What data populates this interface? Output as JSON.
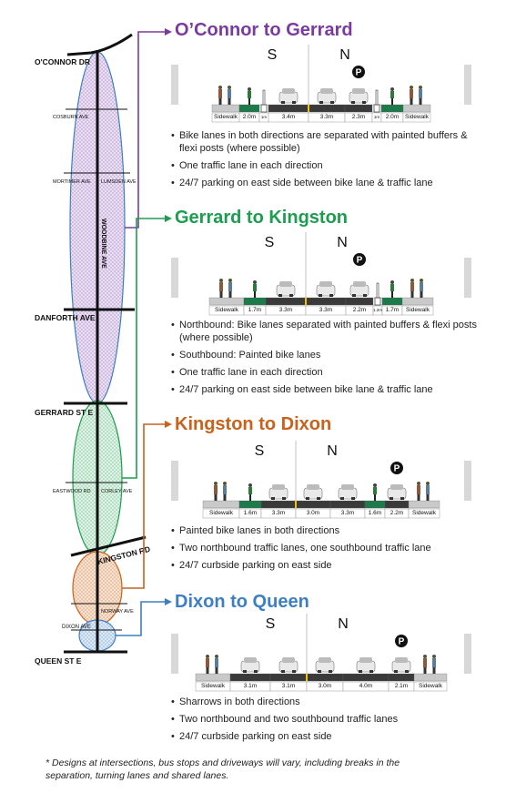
{
  "map": {
    "streets": {
      "oconnor": "O'CONNOR DR",
      "cosburn": "COSBURN AVE",
      "mortimer": "MORTIMER AVE",
      "lumsden": "LUMSDEN AVE",
      "woodbine": "WOODBINE AVE",
      "danforth": "DANFORTH AVE",
      "gerrard": "GERRARD ST E",
      "eastwood": "EASTWOOD RD",
      "corley": "CORLEY AVE",
      "kingston": "KINGSTON RD",
      "norway": "NORWAY AVE",
      "dixon": "DIXON AVE",
      "queen": "QUEEN ST E"
    },
    "colors": {
      "purple": "#7a3aa0",
      "green": "#1d9d4f",
      "orange": "#c8621c",
      "blue": "#3d7fc1"
    }
  },
  "sections": [
    {
      "title": "O’Connor to Gerrard",
      "color": "#7a3aa0",
      "labels": [
        "Sidewalk",
        "2.0m",
        "1m",
        "3.4m",
        "3.3m",
        "2.3m",
        "1m",
        "2.0m",
        "Sidewalk"
      ],
      "bullets": [
        "Bike lanes in both directions are separated with painted buffers & flexi posts (where possible)",
        "One traffic lane in each direction",
        "24/7 parking on east side between bike lane & traffic lane"
      ]
    },
    {
      "title": "Gerrard to Kingston",
      "color": "#1d9d4f",
      "labels": [
        "Sidewalk",
        "1.7m",
        "3.3m",
        "3.3m",
        "2.2m",
        "1.2m",
        "1.7m",
        "Sidewalk"
      ],
      "bullets": [
        "Northbound: Bike lanes separated with painted buffers & flexi posts (where possible)",
        "Southbound: Painted bike lanes",
        "One traffic lane in each direction",
        "24/7 parking on east side between bike lane & traffic lane"
      ]
    },
    {
      "title": "Kingston to Dixon",
      "color": "#c8621c",
      "labels": [
        "Sidewalk",
        "1.6m",
        "3.3m",
        "3.0m",
        "3.3m",
        "1.6m",
        "2.2m",
        "Sidewalk"
      ],
      "bullets": [
        "Painted bike lanes in both directions",
        "Two northbound traffic lanes, one southbound traffic lane",
        "24/7 curbside parking on east side"
      ]
    },
    {
      "title": "Dixon to Queen",
      "color": "#3d7fc1",
      "labels": [
        "Sidewalk",
        "3.1m",
        "3.1m",
        "3.0m",
        "4.0m",
        "2.1m",
        "Sidewalk"
      ],
      "bullets": [
        "Sharrows in both directions",
        "Two northbound and two southbound traffic lanes",
        "24/7 curbside parking on east side"
      ]
    }
  ],
  "xs_common": {
    "south": "S",
    "north": "N",
    "parking": "P"
  },
  "footnote": "* Designs at intersections, bus stops and driveways will vary, including breaks in the separation, turning lanes and shared lanes."
}
